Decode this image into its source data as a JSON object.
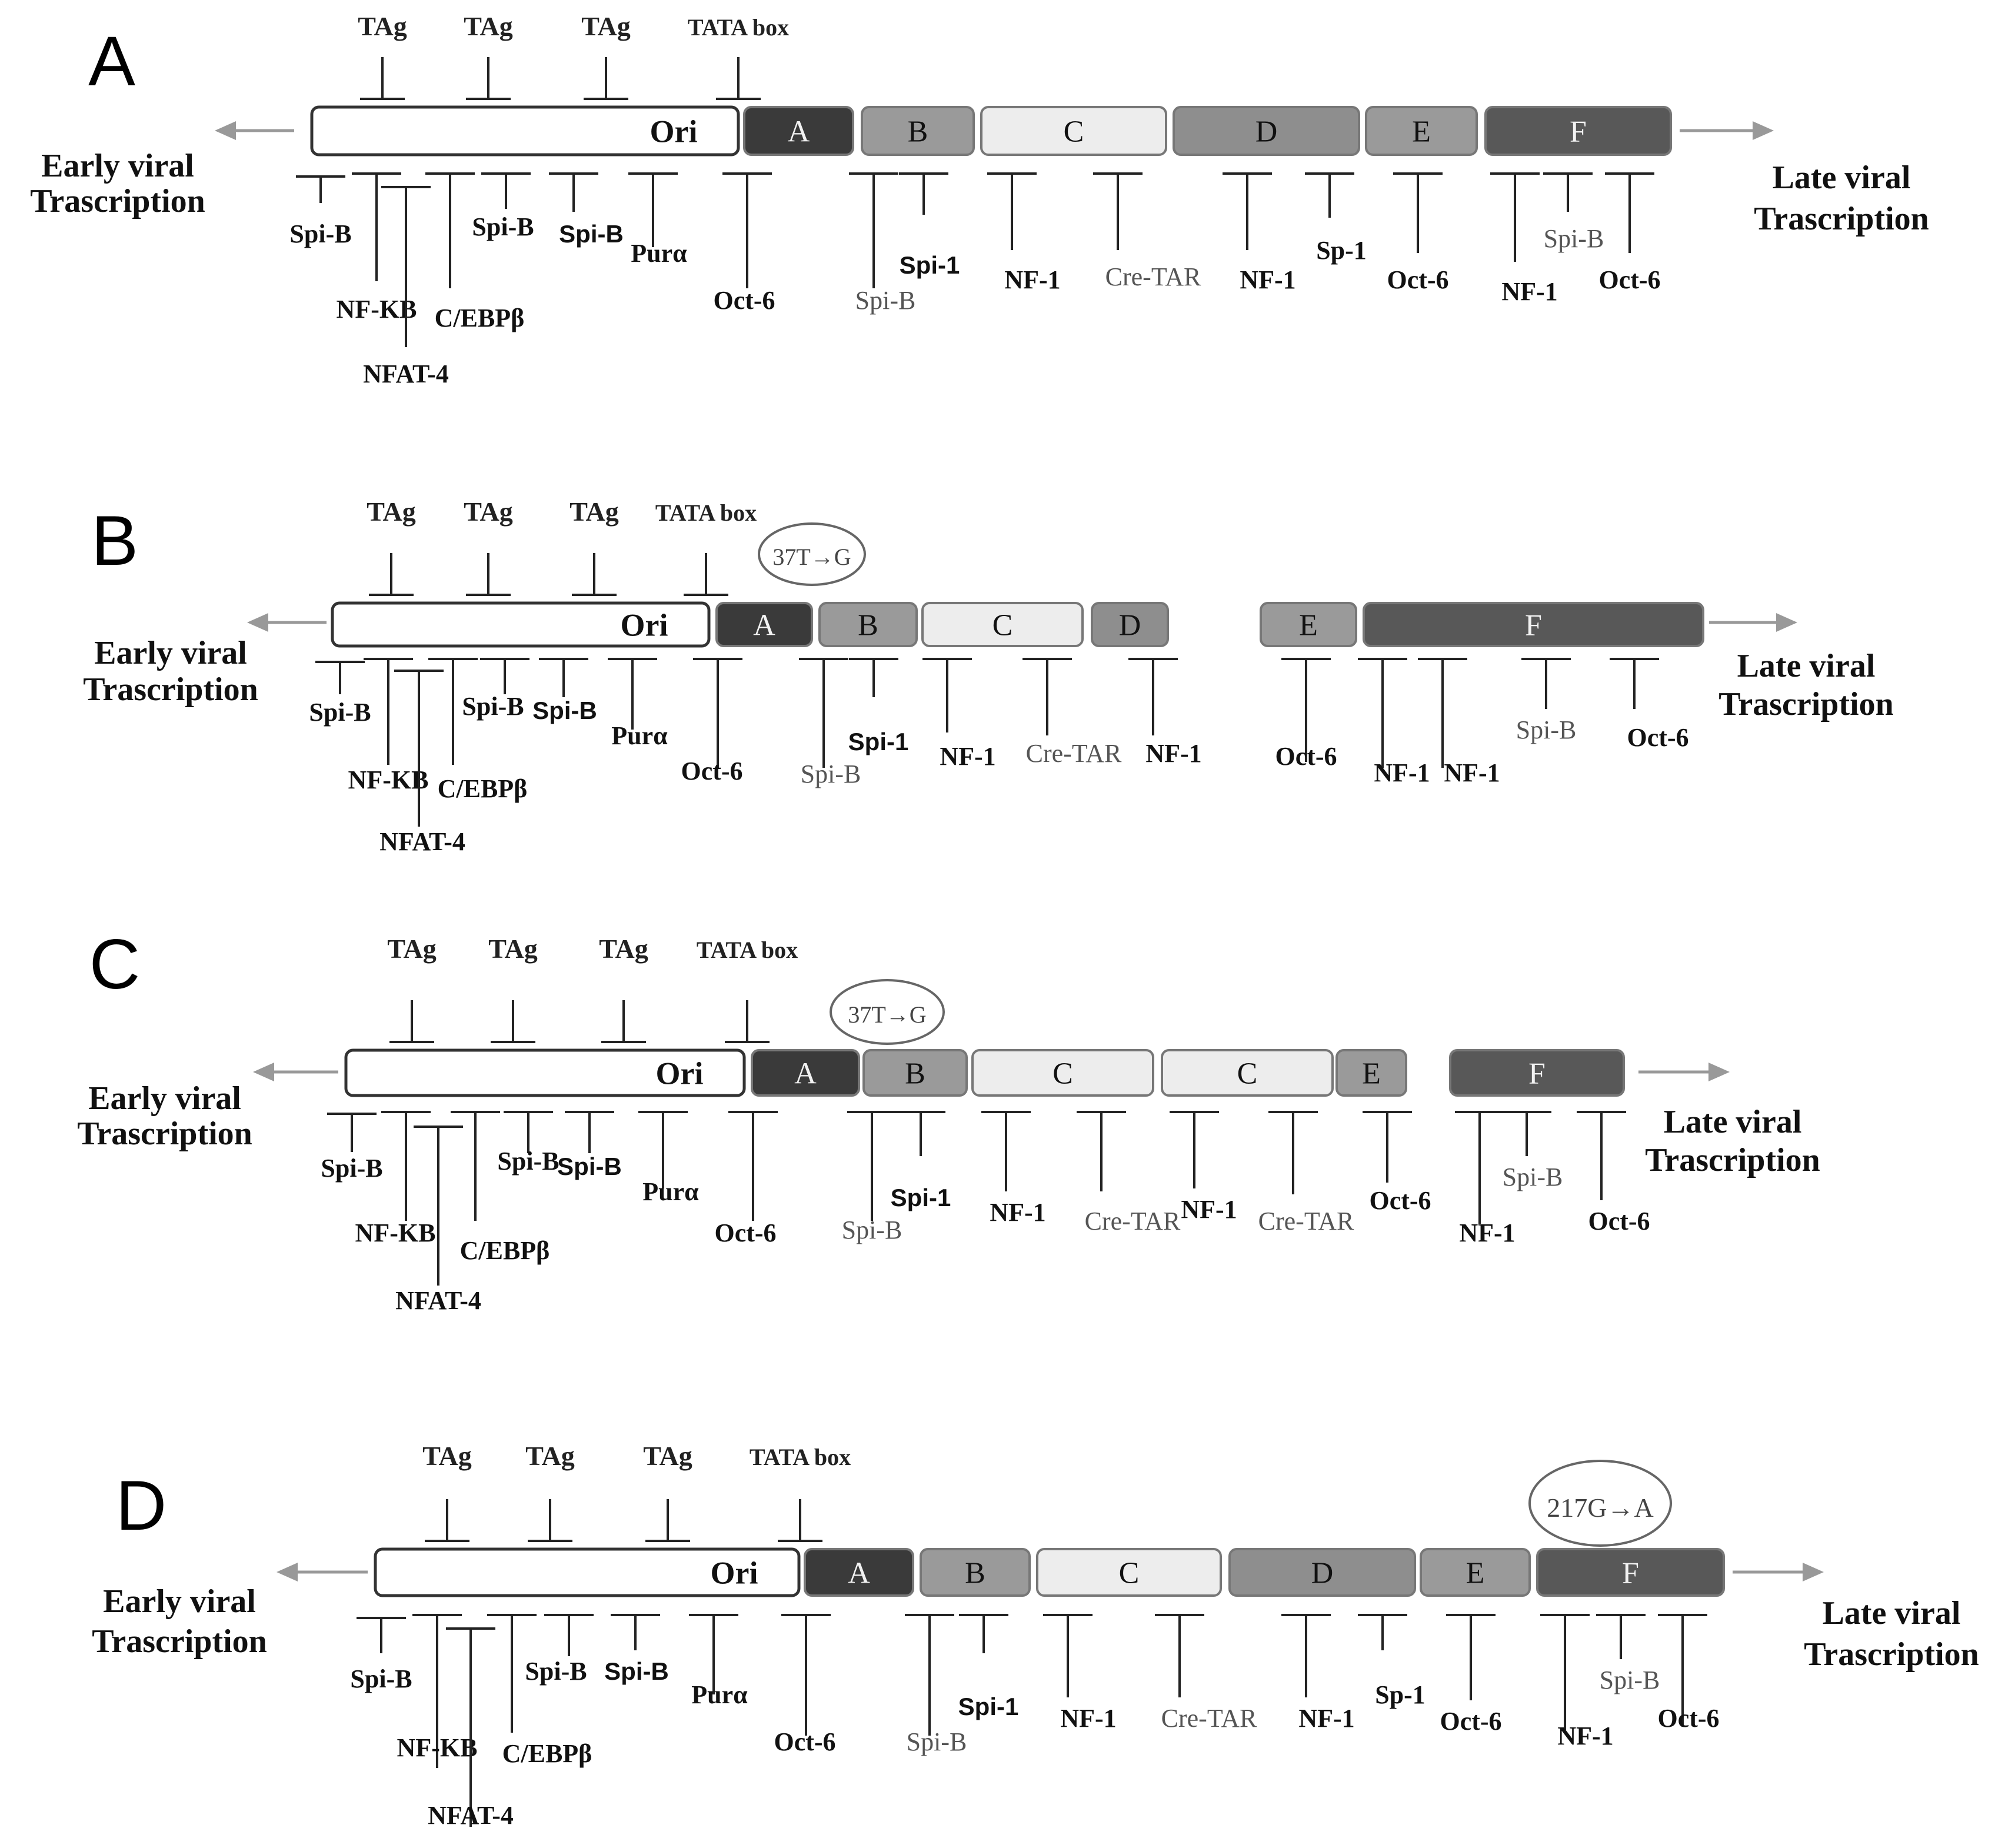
{
  "panels": [
    {
      "letter": "A",
      "left_label": [
        "Early viral",
        "Trascription"
      ],
      "right_label": [
        "Late viral",
        "Trascription"
      ],
      "top_sites": [
        {
          "text": "TAg"
        },
        {
          "text": "TAg"
        },
        {
          "text": "TAg"
        },
        {
          "text": "TATA box"
        }
      ],
      "boxes": [
        {
          "label": "Ori",
          "fill": "#ffffff"
        },
        {
          "label": "A",
          "fill": "#3a3a3a"
        },
        {
          "label": "B",
          "fill": "#9a9a9a"
        },
        {
          "label": "C",
          "fill": "#ededed"
        },
        {
          "label": "D",
          "fill": "#8e8e8e"
        },
        {
          "label": "E",
          "fill": "#9a9a9a"
        },
        {
          "label": "F",
          "fill": "#585858"
        }
      ],
      "bottom_sites": [
        {
          "text": "Spi-B"
        },
        {
          "text": "NF-KB"
        },
        {
          "text": "NFAT-4"
        },
        {
          "text": "C/EBPβ"
        },
        {
          "text": "Spi-B"
        },
        {
          "text": "Spi-B"
        },
        {
          "text": "Purα"
        },
        {
          "text": "Oct-6"
        },
        {
          "text": "Spi-B"
        },
        {
          "text": "Spi-1"
        },
        {
          "text": "NF-1"
        },
        {
          "text": "Cre-TAR"
        },
        {
          "text": "NF-1"
        },
        {
          "text": "Sp-1"
        },
        {
          "text": "Oct-6"
        },
        {
          "text": "NF-1"
        },
        {
          "text": "Spi-B"
        },
        {
          "text": "Oct-6"
        }
      ],
      "mutation": ""
    },
    {
      "letter": "B",
      "left_label": [
        "Early viral",
        "Trascription"
      ],
      "right_label": [
        "Late viral",
        "Trascription"
      ],
      "top_sites": [
        {
          "text": "TAg"
        },
        {
          "text": "TAg"
        },
        {
          "text": "TAg"
        },
        {
          "text": "TATA box"
        }
      ],
      "boxes": [
        {
          "label": "Ori",
          "fill": "#ffffff"
        },
        {
          "label": "A",
          "fill": "#3a3a3a"
        },
        {
          "label": "B",
          "fill": "#9a9a9a"
        },
        {
          "label": "C",
          "fill": "#ededed"
        },
        {
          "label": "D",
          "fill": "#8e8e8e"
        },
        {
          "label": "E",
          "fill": "#9a9a9a"
        },
        {
          "label": "F",
          "fill": "#585858"
        }
      ],
      "bottom_sites": [
        {
          "text": "Spi-B"
        },
        {
          "text": "NF-KB"
        },
        {
          "text": "NFAT-4"
        },
        {
          "text": "C/EBPβ"
        },
        {
          "text": "Spi-B"
        },
        {
          "text": "Spi-B"
        },
        {
          "text": "Purα"
        },
        {
          "text": "Oct-6"
        },
        {
          "text": "Spi-B"
        },
        {
          "text": "Spi-1"
        },
        {
          "text": "NF-1"
        },
        {
          "text": "Cre-TAR"
        },
        {
          "text": "NF-1"
        },
        {
          "text": "Oct-6"
        },
        {
          "text": "NF-1"
        },
        {
          "text": "NF-1"
        },
        {
          "text": "Spi-B"
        },
        {
          "text": "Oct-6"
        }
      ],
      "mutation": "37T→G"
    },
    {
      "letter": "C",
      "left_label": [
        "Early viral",
        "Trascription"
      ],
      "right_label": [
        "Late viral",
        "Trascription"
      ],
      "top_sites": [
        {
          "text": "TAg"
        },
        {
          "text": "TAg"
        },
        {
          "text": "TAg"
        },
        {
          "text": "TATA box"
        }
      ],
      "boxes": [
        {
          "label": "Ori",
          "fill": "#ffffff"
        },
        {
          "label": "A",
          "fill": "#3a3a3a"
        },
        {
          "label": "B",
          "fill": "#9a9a9a"
        },
        {
          "label": "C",
          "fill": "#ededed"
        },
        {
          "label": "C",
          "fill": "#ededed"
        },
        {
          "label": "E",
          "fill": "#9a9a9a"
        },
        {
          "label": "F",
          "fill": "#585858"
        }
      ],
      "bottom_sites": [
        {
          "text": "Spi-B"
        },
        {
          "text": "NF-KB"
        },
        {
          "text": "NFAT-4"
        },
        {
          "text": "C/EBPβ"
        },
        {
          "text": "Spi-B"
        },
        {
          "text": "Spi-B"
        },
        {
          "text": "Purα"
        },
        {
          "text": "Oct-6"
        },
        {
          "text": "Spi-B"
        },
        {
          "text": "Spi-1"
        },
        {
          "text": "NF-1"
        },
        {
          "text": "Cre-TAR"
        },
        {
          "text": "NF-1"
        },
        {
          "text": "Cre-TAR"
        },
        {
          "text": "Oct-6"
        },
        {
          "text": "NF-1"
        },
        {
          "text": "Spi-B"
        },
        {
          "text": "Oct-6"
        }
      ],
      "mutation": "37T→G"
    },
    {
      "letter": "D",
      "left_label": [
        "Early viral",
        "Trascription"
      ],
      "right_label": [
        "Late viral",
        "Trascription"
      ],
      "top_sites": [
        {
          "text": "TAg"
        },
        {
          "text": "TAg"
        },
        {
          "text": "TAg"
        },
        {
          "text": "TATA box"
        }
      ],
      "boxes": [
        {
          "label": "Ori",
          "fill": "#ffffff"
        },
        {
          "label": "A",
          "fill": "#3a3a3a"
        },
        {
          "label": "B",
          "fill": "#9a9a9a"
        },
        {
          "label": "C",
          "fill": "#ededed"
        },
        {
          "label": "D",
          "fill": "#8e8e8e"
        },
        {
          "label": "E",
          "fill": "#9a9a9a"
        },
        {
          "label": "F",
          "fill": "#585858"
        }
      ],
      "bottom_sites": [
        {
          "text": "Spi-B"
        },
        {
          "text": "NF-KB"
        },
        {
          "text": "NFAT-4"
        },
        {
          "text": "C/EBPβ"
        },
        {
          "text": "Spi-B"
        },
        {
          "text": "Spi-B"
        },
        {
          "text": "Purα"
        },
        {
          "text": "Oct-6"
        },
        {
          "text": "Spi-B"
        },
        {
          "text": "Spi-1"
        },
        {
          "text": "NF-1"
        },
        {
          "text": "Cre-TAR"
        },
        {
          "text": "NF-1"
        },
        {
          "text": "Sp-1"
        },
        {
          "text": "Oct-6"
        },
        {
          "text": "NF-1"
        },
        {
          "text": "Spi-B"
        },
        {
          "text": "Oct-6"
        }
      ],
      "mutation": "217G→A"
    }
  ]
}
